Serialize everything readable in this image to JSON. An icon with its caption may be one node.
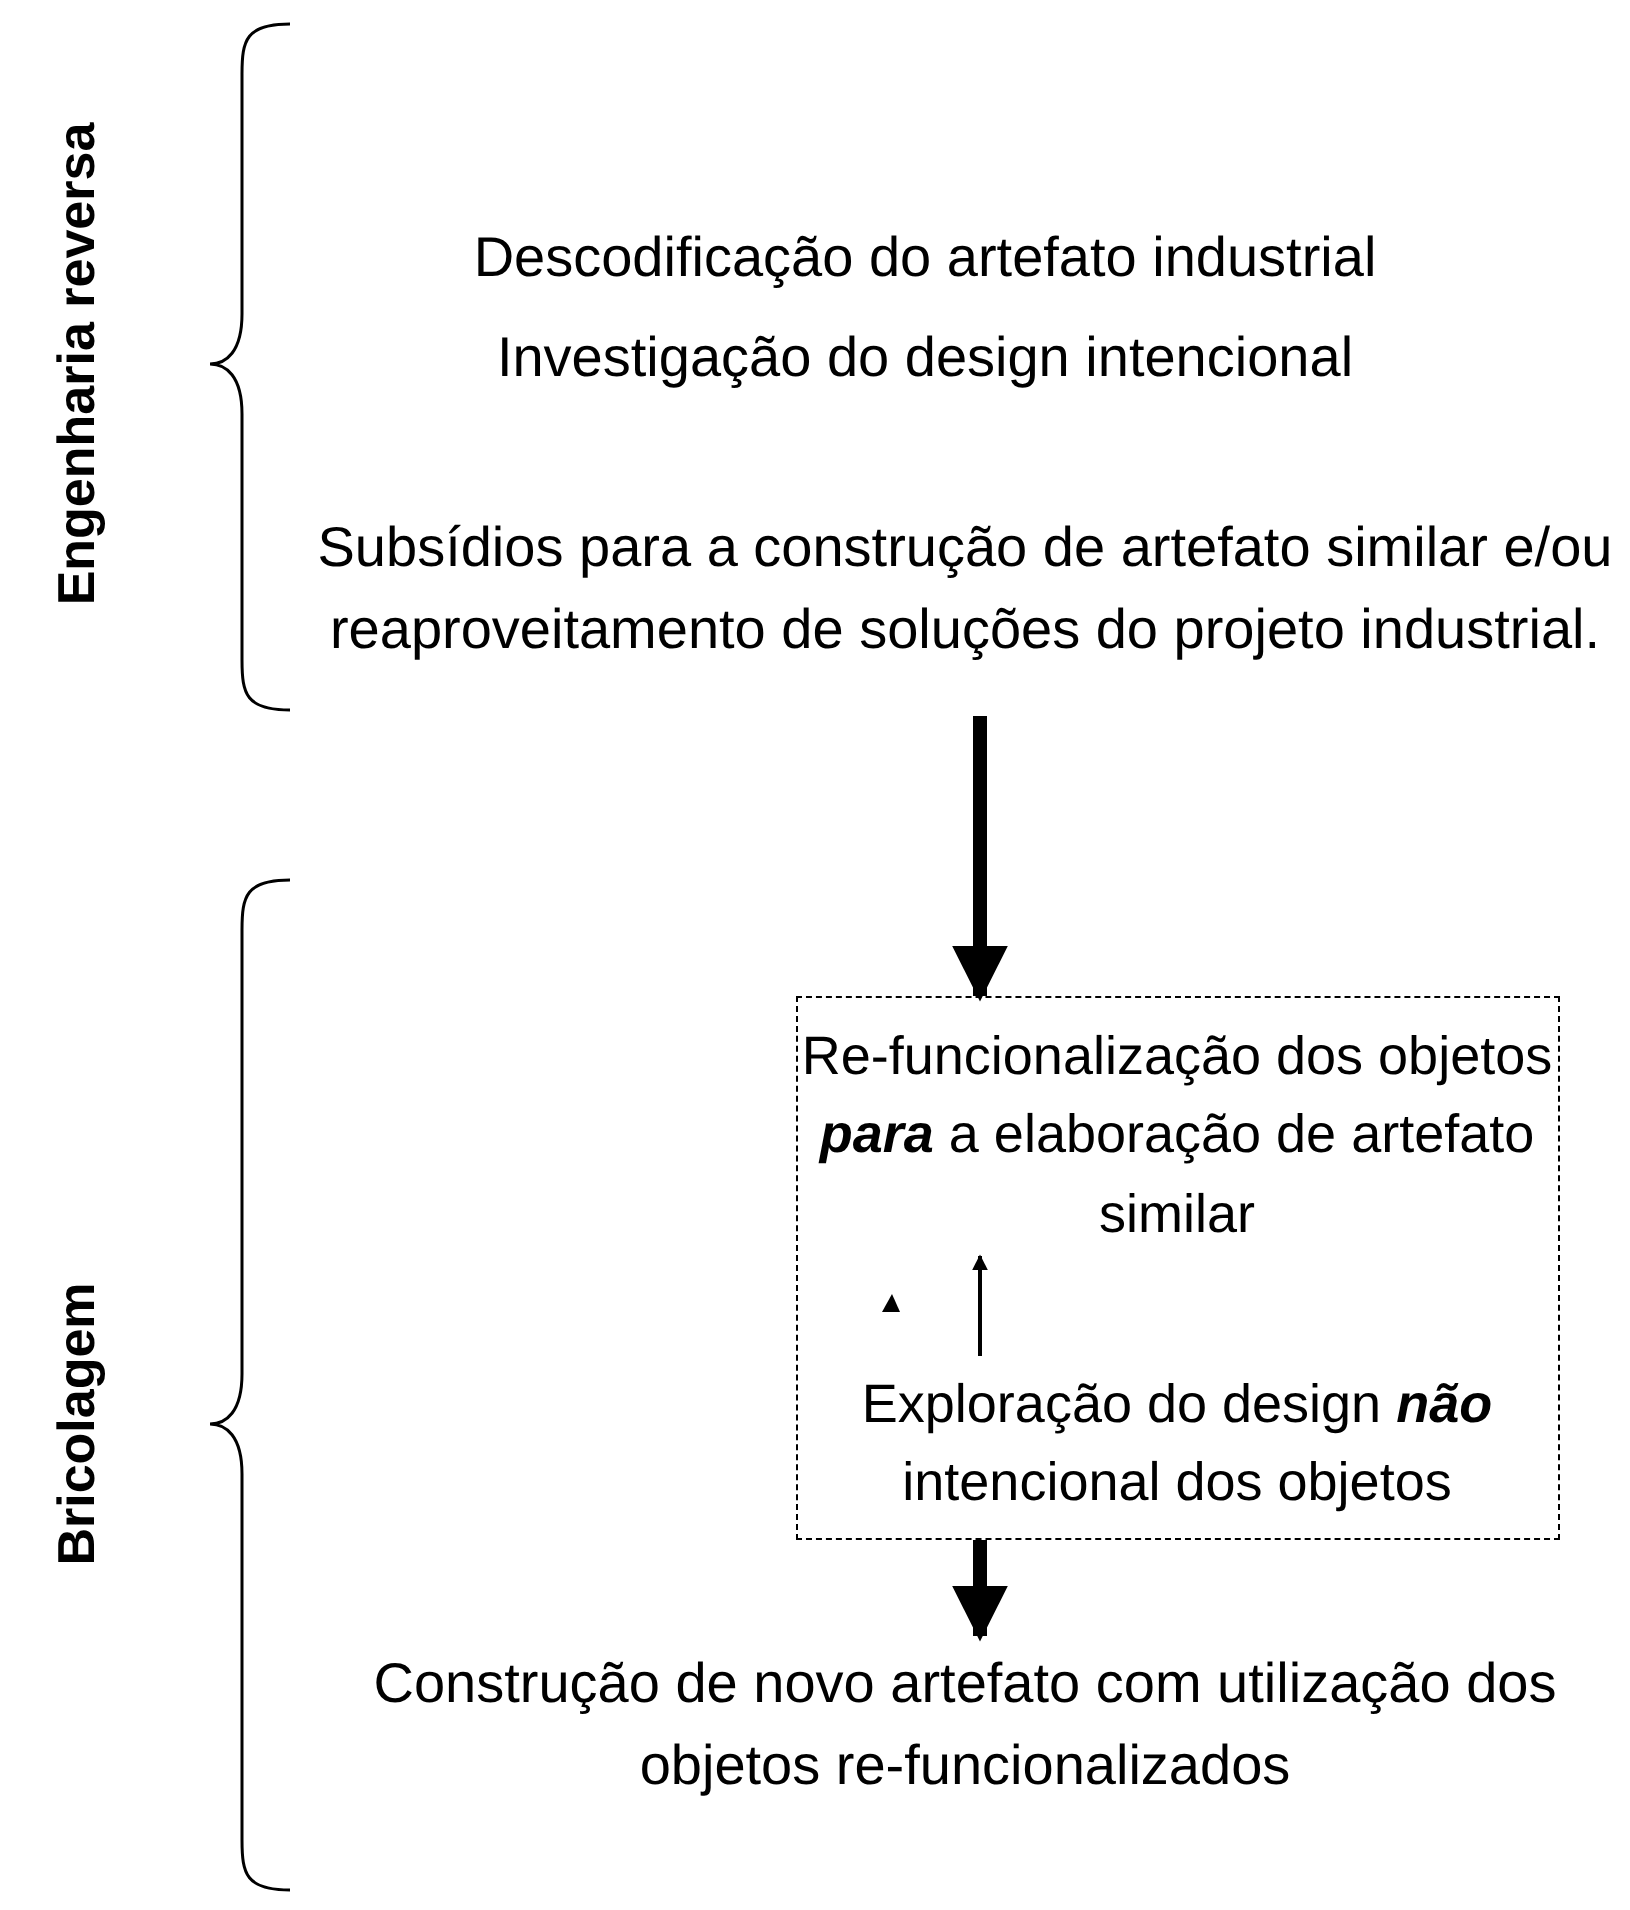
{
  "diagram": {
    "nodes": [
      {
        "text": [
          "Descodificação do artefato industrial"
        ]
      },
      {
        "text": [
          "Investigação do design intencional"
        ]
      },
      {
        "text": [
          "Subsídios para a construção de artefato similar e/ou reaproveitamento de soluções do projeto industrial."
        ]
      },
      {
        "text": [],
        "shape": "box"
      },
      {
        "text": [
          "Re-funcionalização dos objetos **para** a elaboração de artefato similar"
        ],
        "in": 3
      },
      {
        "text": [
          "Exploração do design **não** intencional dos objetos"
        ],
        "in": 3
      },
      {
        "text": [
          "Construção de novo artefato com utilização dos objetos re-funcionalizados"
        ]
      }
    ],
    "edges": [
      {
        "from": 2,
        "to": 3,
        "arrow": "to"
      },
      {
        "from": 5,
        "to": 4,
        "arrow": "to"
      },
      {
        "from": 3,
        "to": 6,
        "arrow": "to"
      }
    ],
    "labels": [
      "Engenharia reversa",
      "Bricolagem"
    ]
  }
}
